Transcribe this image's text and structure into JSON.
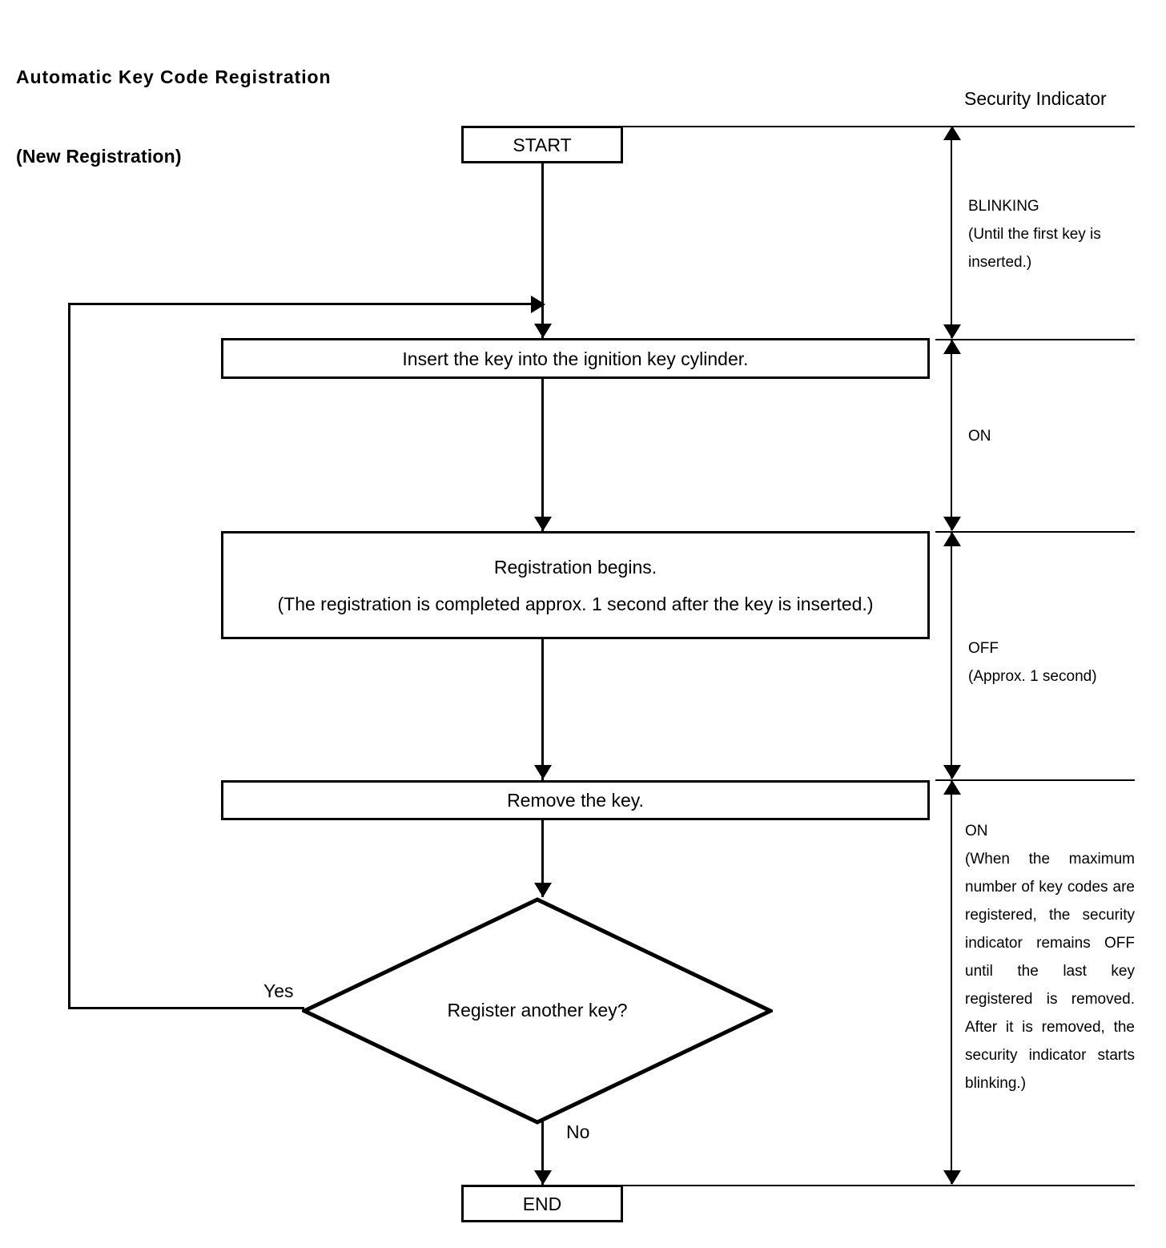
{
  "title": {
    "line1": "Automatic Key Code Registration",
    "line2": "(New Registration)"
  },
  "column_heading": "Security Indicator",
  "flow": {
    "start": "START",
    "insert": "Insert the key into the ignition key cylinder.",
    "registration_begins": {
      "line1": "Registration begins.",
      "line2": "(The registration is completed approx. 1 second after the key is inserted.)"
    },
    "remove": "Remove the key.",
    "decision": "Register another key?",
    "branch_yes": "Yes",
    "branch_no": "No",
    "end": "END"
  },
  "security_indicator_states": [
    {
      "name": "BLINKING",
      "note": "(Until the first key is inserted.)"
    },
    {
      "name": "ON",
      "note": ""
    },
    {
      "name": "OFF",
      "note": "(Approx. 1 second)"
    },
    {
      "name": "ON",
      "note": "(When the maximum number of key codes are registered, the security indicator remains OFF until the last key registered is removed. After it is removed, the security indicator starts blinking.)"
    }
  ],
  "colors": {
    "ink": "#000000",
    "paper": "#ffffff"
  }
}
